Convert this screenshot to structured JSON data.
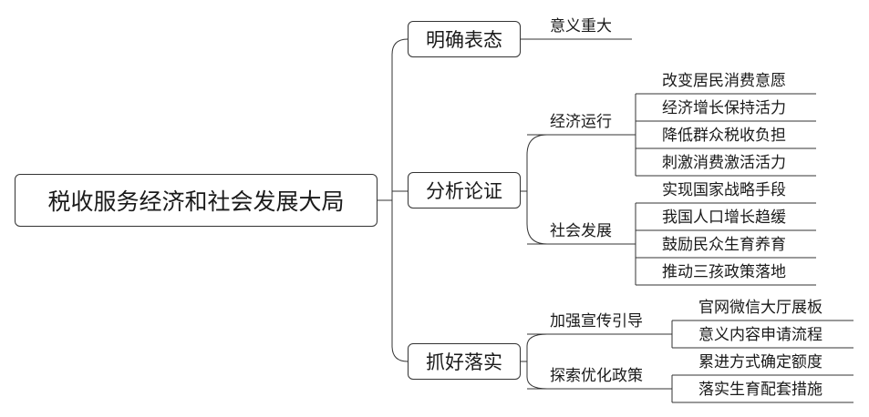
{
  "root": {
    "label": "税收服务经济和社会发展大局"
  },
  "branches": [
    {
      "label": "明确表态",
      "children": [
        {
          "label": "意义重大",
          "children": []
        }
      ]
    },
    {
      "label": "分析论证",
      "children": [
        {
          "label": "经济运行",
          "children": [
            "改变居民消费意愿",
            "经济增长保持活力",
            "降低群众税收负担",
            "刺激消费激活活力"
          ]
        },
        {
          "label": "社会发展",
          "children": [
            "实现国家战略手段",
            "我国人口增长趋缓",
            "鼓励民众生育养育",
            "推动三孩政策落地"
          ]
        }
      ]
    },
    {
      "label": "抓好落实",
      "children": [
        {
          "label": "加强宣传引导",
          "children": [
            "官网微信大厅展板",
            "意义内容申请流程"
          ]
        },
        {
          "label": "探索优化政策",
          "children": [
            "累进方式确定额度",
            "落实生育配套措施"
          ]
        }
      ]
    }
  ]
}
